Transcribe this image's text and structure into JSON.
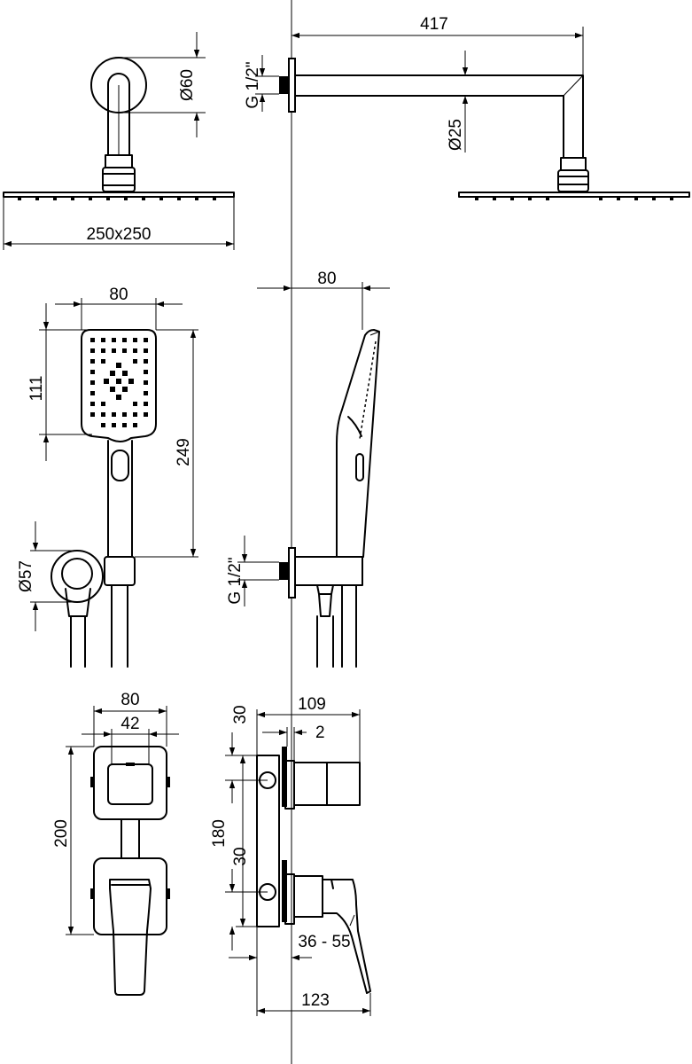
{
  "views": {
    "rain_shower_front": {
      "dimensions": {
        "arm_rosette_diameter": "Ø60",
        "head_size": "250x250"
      }
    },
    "rain_shower_side": {
      "dimensions": {
        "arm_length": "417",
        "connection_thread": "G 1/2\"",
        "arm_diameter": "Ø25"
      }
    },
    "hand_shower_front": {
      "dimensions": {
        "head_width": "80",
        "head_height": "111",
        "total_length": "249",
        "holder_diameter": "Ø57"
      }
    },
    "hand_shower_side": {
      "dimensions": {
        "depth": "80",
        "connection_thread": "G 1/2\""
      }
    },
    "mixer_front": {
      "dimensions": {
        "plate_width": "80",
        "handle_width": "42",
        "plate_height": "200"
      }
    },
    "mixer_side": {
      "dimensions": {
        "overall_depth": "109",
        "body_offset": "30",
        "plate_thickness": "2",
        "valve_spacing": "180",
        "valve_offset": "30",
        "wall_range": "36 - 55",
        "lever_depth": "123"
      }
    }
  }
}
